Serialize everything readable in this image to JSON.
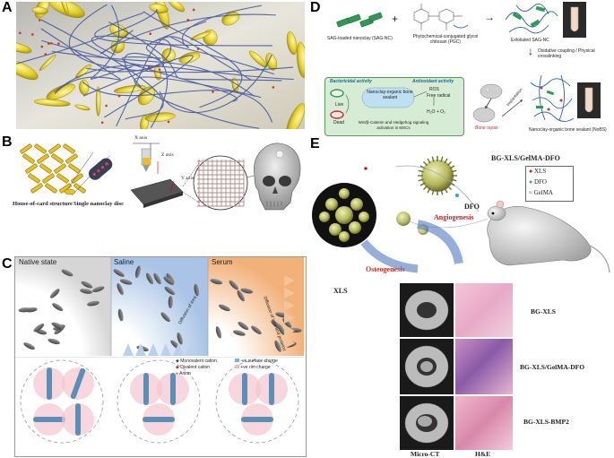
{
  "panels": {
    "A": {
      "letter": "A"
    },
    "B": {
      "letter": "B",
      "house_label": "House-of-card structure",
      "disc_label": "Single nanoclay disc",
      "x_axis": "X axis",
      "z_axis": "Z axis",
      "y_axis": "Y axis"
    },
    "C": {
      "letter": "C",
      "native": "Native state",
      "saline": "Saline",
      "serum": "Serum",
      "diffusion_ions": "Diffusion of ions",
      "diffusion_ions_proteins": "Diffusion of ions and proteins",
      "legend": [
        "Monovalent cation",
        "Divalent cation",
        "Anion",
        "-ve surface charge",
        "+ve rim charge"
      ]
    },
    "D": {
      "letter": "D",
      "sag_nc": "SAG-loaded nanoclay (SAG-NC)",
      "pgc": "Phytochemical-conjugated glycol chitosan (PGC)",
      "exfoliated": "Exfoliated SAG-NC",
      "oxidative": "Oxidative coupling / Physical crosslinking",
      "bactericidal": "Bactericidal activity",
      "antioxidant": "Antioxidant activity",
      "live": "Live",
      "dead": "Dead",
      "sealant": "Nanoclay-organic bone sealant",
      "ros": "ROS",
      "free_radical": "Free radical",
      "h2o": "H₂O + O₂",
      "wnt": "Wnt/β-Catenin and Hedgehog signaling activation in MSCs",
      "implantation": "Implantation",
      "bone_repair": "Bone repair",
      "nobs": "Nanoclay-organic bone sealant (NoBS)"
    },
    "E": {
      "letter": "E",
      "title": "BG-XLS/GelMA-DFO",
      "legend": [
        "XLS",
        "DFO",
        "GelMA"
      ],
      "angiogenesis": "Angiogenesis",
      "osteogenesis": "Osteogenesis",
      "dfo": "DFO",
      "xls": "XLS",
      "rows": [
        "BG-XLS",
        "BG-XLS/GelMA-DFO",
        "BG-XLS-BMP2"
      ],
      "micro_ct": "Micro-CT",
      "he": "H&E"
    }
  },
  "colors": {
    "clay_yellow": "#e3cf2a",
    "fiber_blue": "#3a4f9a",
    "angiogenesis_red": "#cc1e1e",
    "osteogenesis_red": "#c0392b",
    "teal": "#2fa6b3",
    "serum_orange": "#f0b67a",
    "saline_blue": "#b9cfe8",
    "he_pink": "#e8a9c6"
  }
}
